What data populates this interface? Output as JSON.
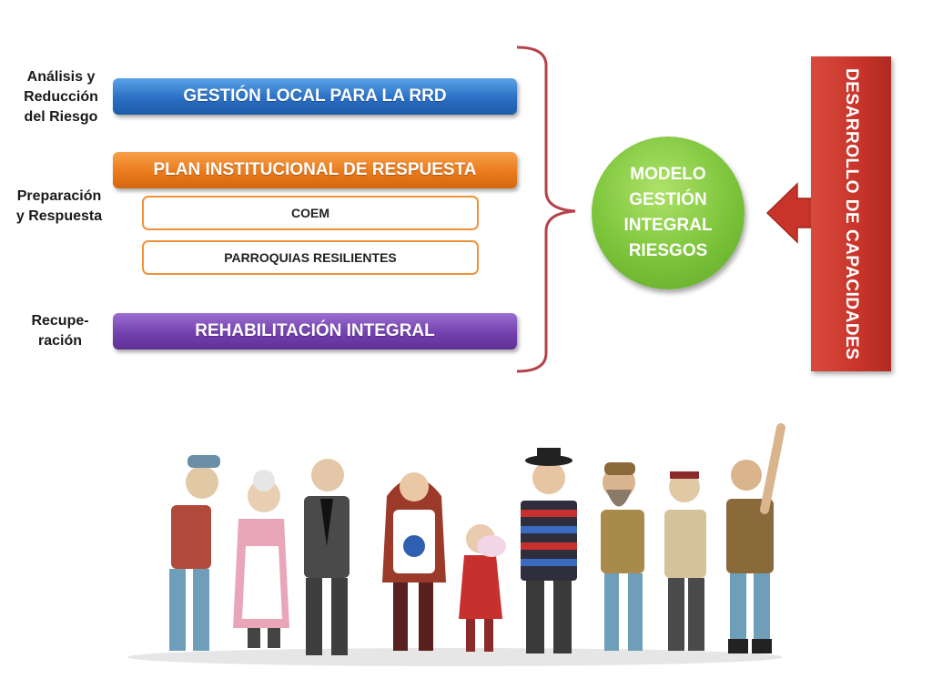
{
  "stages": [
    {
      "label": "Análisis y\nReducción\ndel Riesgo"
    },
    {
      "label": "Preparación\ny Respuesta"
    },
    {
      "label": "Recupe-\nración"
    }
  ],
  "bars": {
    "gestion_local": "GESTIÓN LOCAL PARA LA RRD",
    "plan_institucional": "PLAN INSTITUCIONAL DE RESPUESTA",
    "rehabilitacion": "REHABILITACIÓN INTEGRAL"
  },
  "sub_boxes": {
    "coem": "COEM",
    "parroquias": "PARROQUIAS RESILIENTES"
  },
  "model_circle": "MODELO\nGESTIÓN\nINTEGRAL\nRIESGOS",
  "vertical_bar": "DESARROLLO DE CAPACIDADES",
  "colors": {
    "blue": "#2a6fc4",
    "orange": "#ea7a1c",
    "purple": "#7340ae",
    "green": "#7cc43a",
    "red": "#c8342a",
    "bracket": "#b5424a"
  },
  "illustration": "group-of-people-illustration"
}
